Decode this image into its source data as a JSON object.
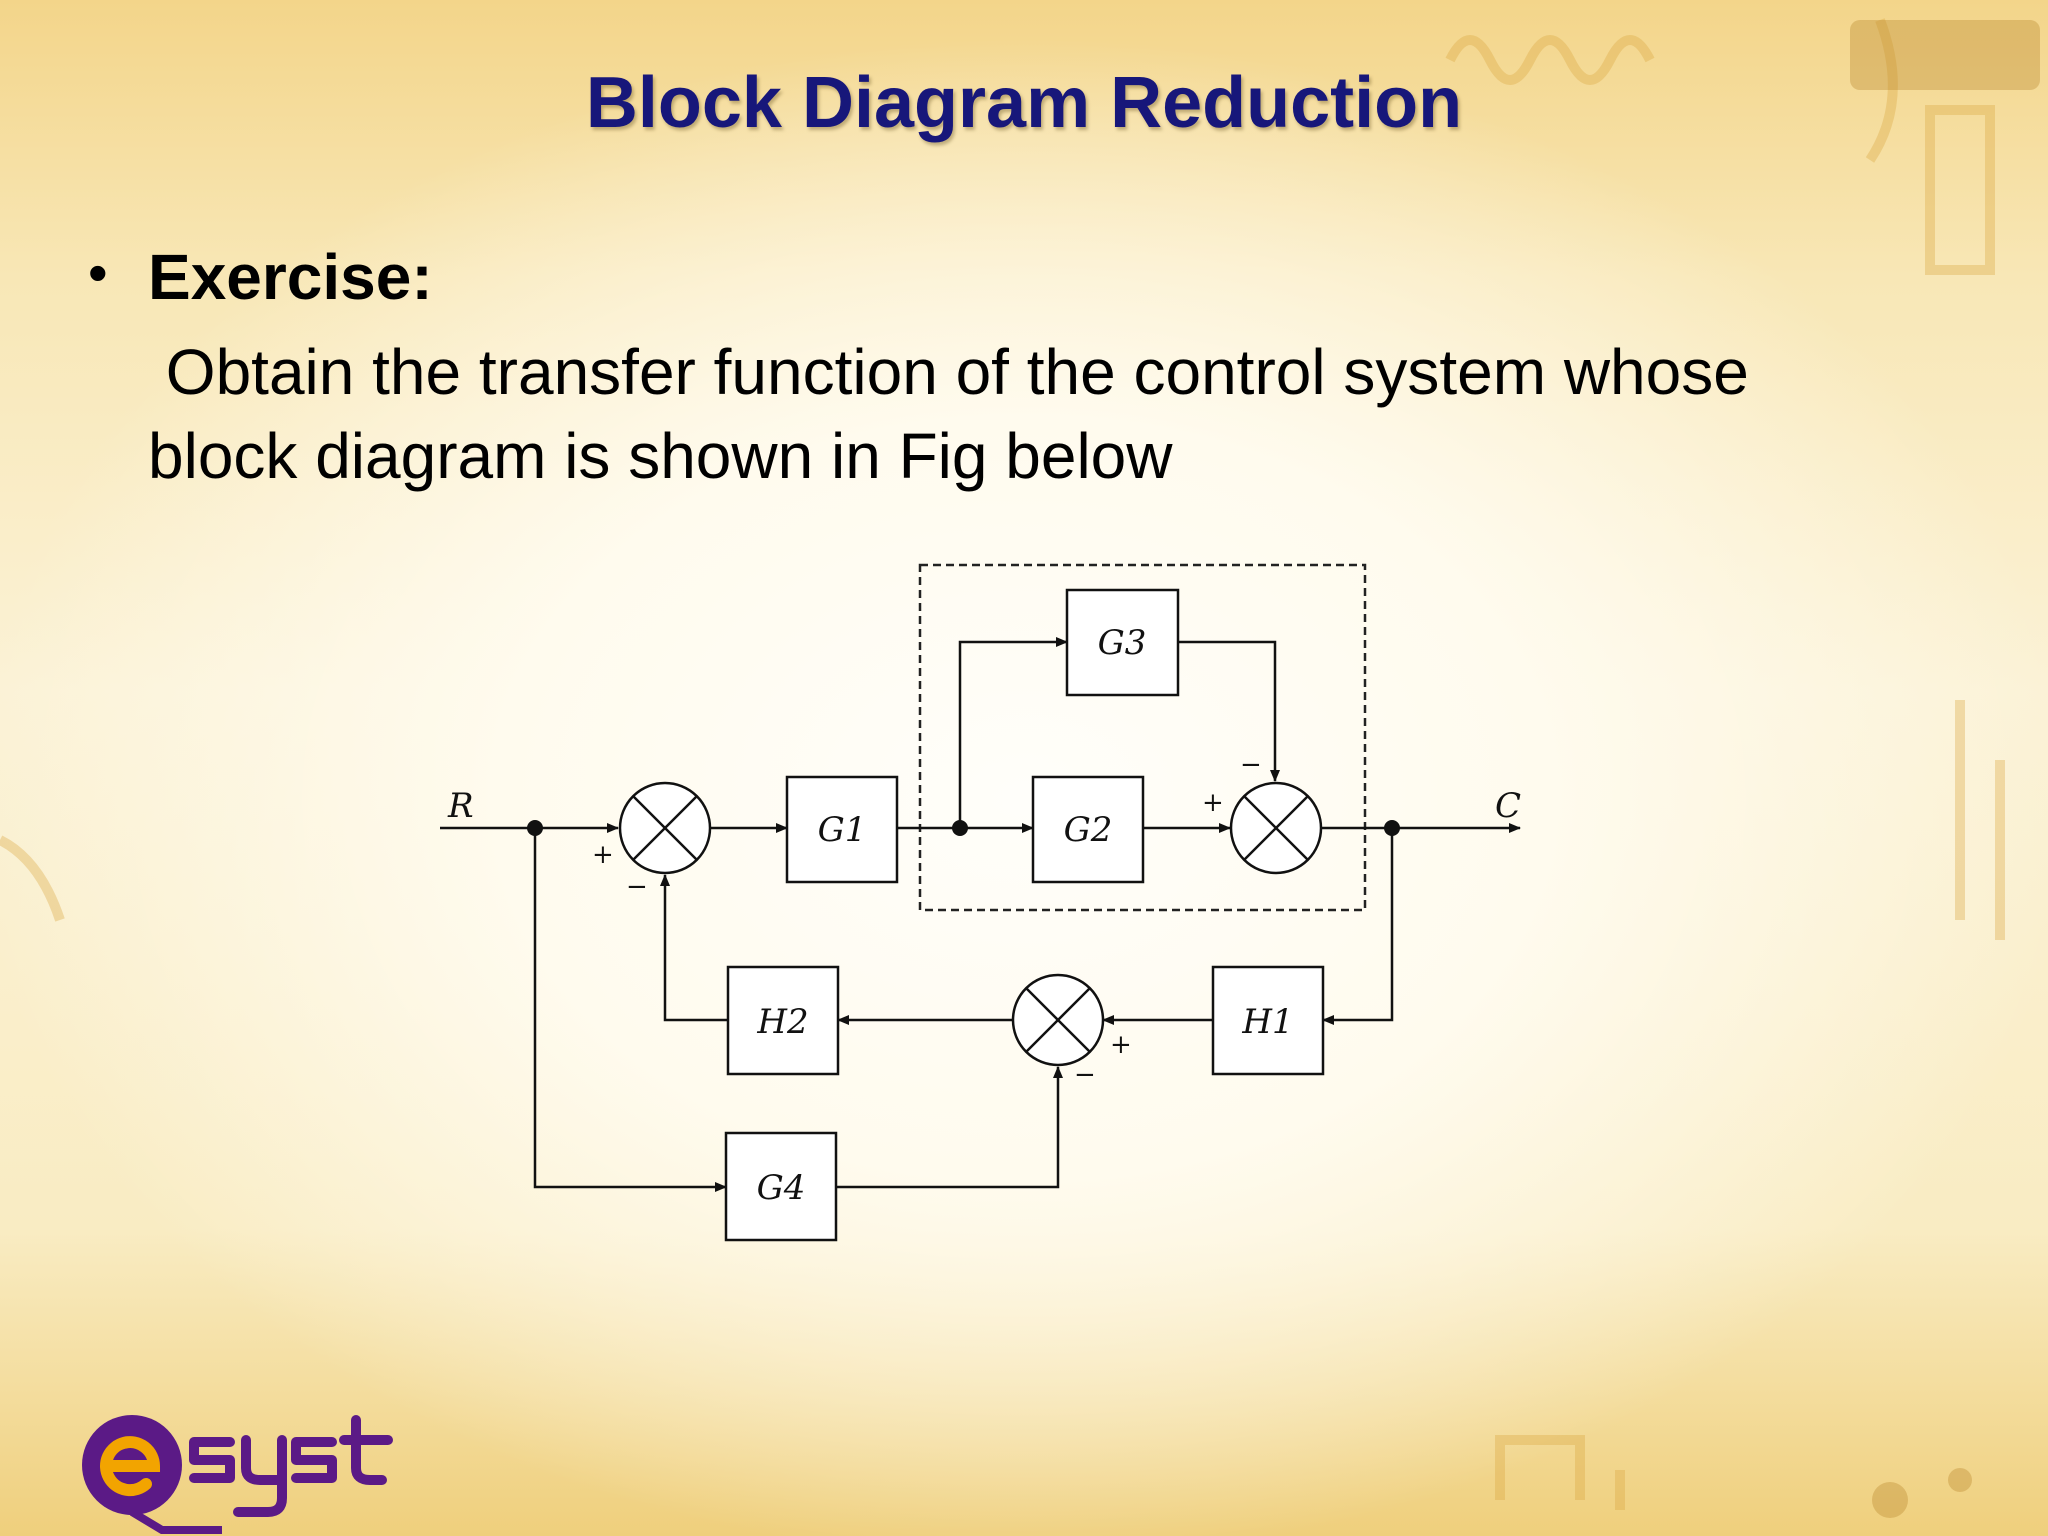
{
  "slide": {
    "title": "Block Diagram Reduction",
    "bullet_label": "Exercise:",
    "body_lines": [
      " Obtain the transfer function of the control system whose",
      "block diagram is shown in Fig below"
    ]
  },
  "diagram": {
    "signals": {
      "input": "R",
      "output": "C"
    },
    "blocks": {
      "g1": "G1",
      "g2": "G2",
      "g3": "G3",
      "g4": "G4",
      "h1": "H1",
      "h2": "H2"
    },
    "signs": {
      "s1_plus": "+",
      "s1_minus": "−",
      "s2_plus": "+",
      "s2_minus": "−",
      "s3_plus": "+",
      "s3_minus": "−"
    }
  },
  "logo": {
    "text": "esyst"
  },
  "colors": {
    "title": "#17177a",
    "logo": "#5b1a86",
    "logo_accent": "#f2a400"
  }
}
